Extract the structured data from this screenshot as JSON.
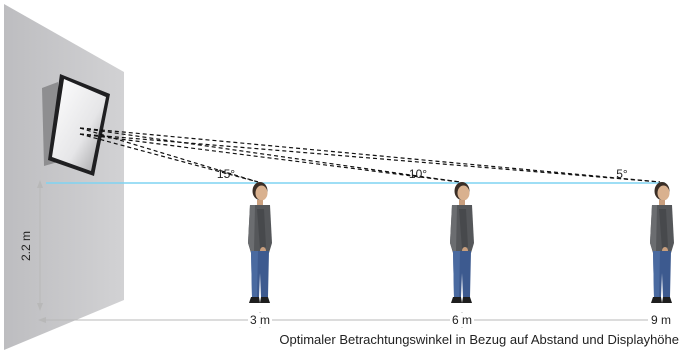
{
  "height_label": "2.2 m",
  "angles": [
    {
      "label": "15°"
    },
    {
      "label": "10°"
    },
    {
      "label": "5°"
    }
  ],
  "distances": [
    {
      "label": "3 m"
    },
    {
      "label": "6 m"
    },
    {
      "label": "9 m"
    }
  ],
  "caption": "Optimaler Betrachtungswinkel in Bezug auf Abstand und Displayhöhe",
  "colors": {
    "wall": "#c9c9cb",
    "eye_line": "#7fd3f2",
    "dimension": "#b8b8b8",
    "jacket": "#55575a",
    "jeans": "#3d5a8f"
  }
}
